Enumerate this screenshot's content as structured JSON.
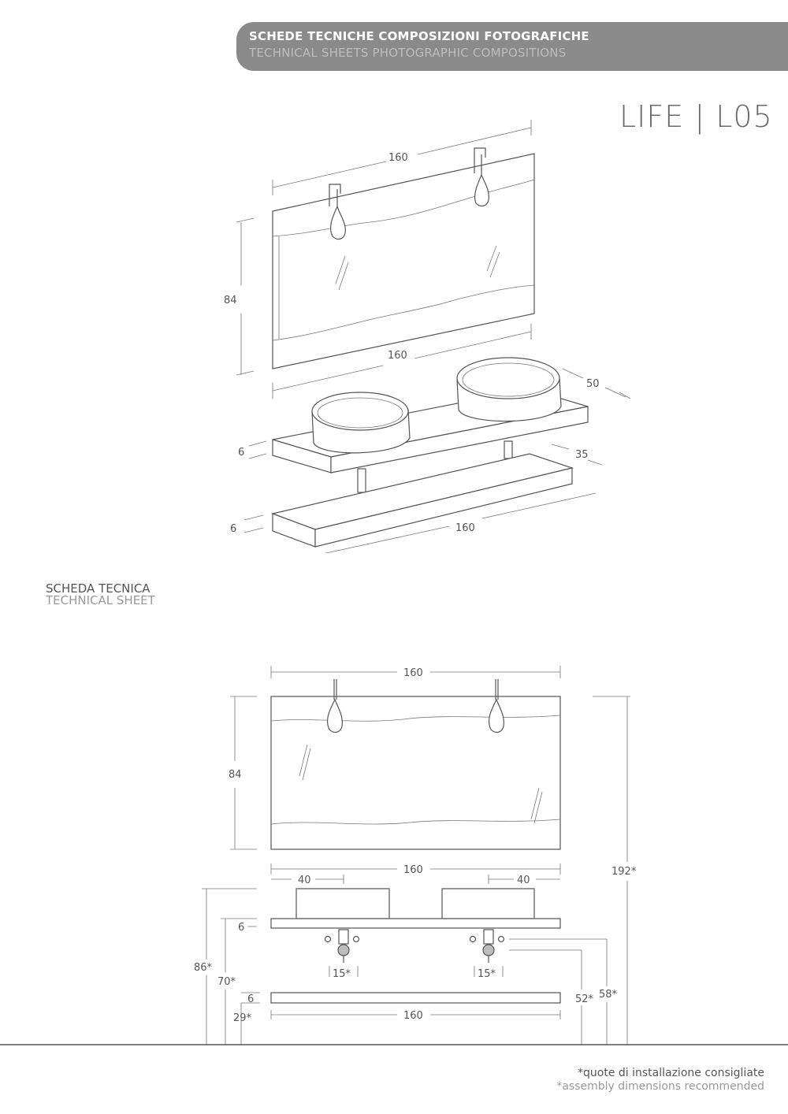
{
  "header": {
    "line1": "SCHEDE TECNICHE COMPOSIZIONI FOTOGRAFICHE",
    "line2": "TECHNICAL SHEETS PHOTOGRAPHIC COMPOSITIONS"
  },
  "product": {
    "title": "LIFE | L05"
  },
  "sheet": {
    "line1": "SCHEDA TECNICA",
    "line2": "TECHNICAL SHEET"
  },
  "perspective": {
    "mirror_width": "160",
    "mirror_height": "84",
    "mirror_bottom_width": "160",
    "basin_depth": "50",
    "top_thickness": "6",
    "shelf_depth": "35",
    "shelf_thickness": "6",
    "shelf_width": "160"
  },
  "front": {
    "mirror_width": "160",
    "mirror_height": "84",
    "total_height": "192*",
    "top_width": "160",
    "basin_left": "40",
    "basin_right": "40",
    "top_thickness": "6",
    "height_86": "86*",
    "height_70": "70*",
    "shelf_thickness": "6",
    "height_29": "29*",
    "shelf_width": "160",
    "drain_left": "15*",
    "drain_right": "15*",
    "height_52": "52*",
    "height_58": "58*"
  },
  "note": {
    "line1": "*quote di installazione consigliate",
    "line2": "*assembly dimensions recommended"
  }
}
